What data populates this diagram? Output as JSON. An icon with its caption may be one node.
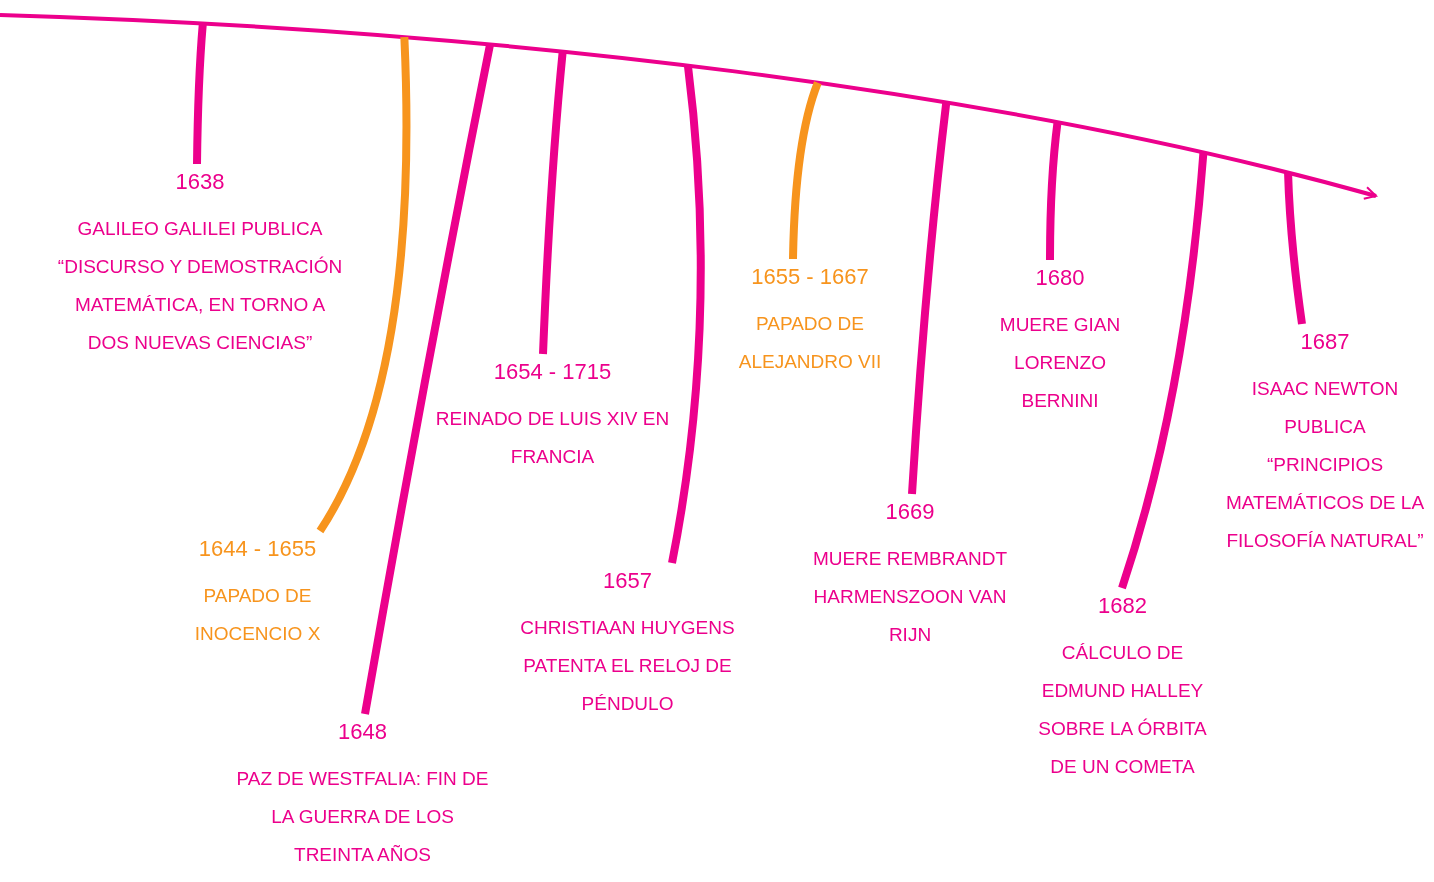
{
  "diagram": {
    "nodes": [
      {
        "text": [],
        "shape": "arrow"
      },
      {
        "text": [
          "1638",
          "GALILEO GALILEI PUBLICA “DISCURSO Y DEMOSTRACIÓN MATEMÁTICA, EN TORNO A DOS NUEVAS CIENCIAS”"
        ]
      },
      {
        "text": [
          "1644 - 1655",
          "PAPADO DE INOCENCIO X"
        ]
      },
      {
        "text": [
          "1648",
          "PAZ DE WESTFALIA: FIN DE LA GUERRA DE LOS TREINTA AÑOS"
        ]
      },
      {
        "text": [
          "1654 - 1715",
          "REINADO DE LUIS XIV EN FRANCIA"
        ]
      },
      {
        "text": [
          "1657",
          "CHRISTIAAN HUYGENS PATENTA EL RELOJ DE PÉNDULO"
        ]
      },
      {
        "text": [
          "1655 - 1667",
          "PAPADO DE ALEJANDRO VII"
        ]
      },
      {
        "text": [
          "1669",
          "MUERE REMBRANDT HARMENSZOON VAN RIJN"
        ]
      },
      {
        "text": [
          "1680",
          "MUERE GIAN LORENZO BERNINI"
        ]
      },
      {
        "text": [
          "1682",
          "CÁLCULO DE EDMUND HALLEY SOBRE LA ÓRBITA DE UN COMETA"
        ]
      },
      {
        "text": [
          "1687",
          "ISAAC NEWTON PUBLICA “PRINCIPIOS MATEMÁTICOS DE LA FILOSOFÍA NATURAL”"
        ]
      }
    ],
    "edges": [
      {
        "from": 1,
        "to": 0,
        "arrow": "none"
      },
      {
        "from": 2,
        "to": 0,
        "arrow": "none",
        "color": "#f7941d"
      },
      {
        "from": 3,
        "to": 0,
        "arrow": "none"
      },
      {
        "from": 4,
        "to": 0,
        "arrow": "none"
      },
      {
        "from": 5,
        "to": 0,
        "arrow": "none"
      },
      {
        "from": 6,
        "to": 0,
        "arrow": "none",
        "color": "#f7941d"
      },
      {
        "from": 7,
        "to": 0,
        "arrow": "none"
      },
      {
        "from": 8,
        "to": 0,
        "arrow": "none"
      },
      {
        "from": 9,
        "to": 0,
        "arrow": "none"
      },
      {
        "from": 10,
        "to": 0,
        "arrow": "none"
      }
    ]
  }
}
